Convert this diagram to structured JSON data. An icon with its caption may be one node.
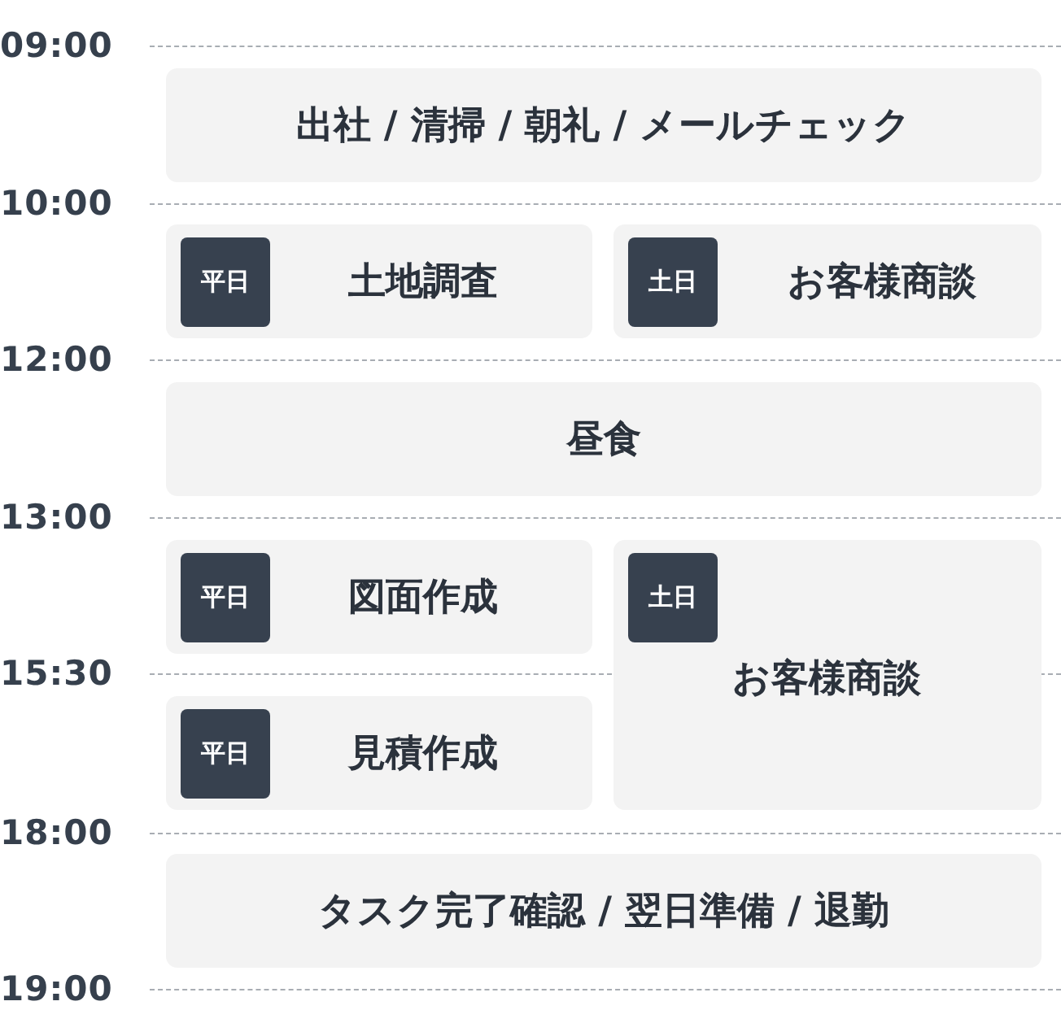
{
  "diagram": {
    "nodes": [
      {
        "text": [
          "出社 / 清掃 / 朝礼 / メールチェック"
        ]
      },
      {
        "text": [
          "土地調査"
        ]
      },
      {
        "text": [
          "平日"
        ],
        "in": 1
      },
      {
        "text": [
          "お客様商談"
        ]
      },
      {
        "text": [
          "土日"
        ],
        "in": 3
      },
      {
        "text": [
          "昼食"
        ]
      },
      {
        "text": [
          "図面作成"
        ]
      },
      {
        "text": [
          "平日"
        ],
        "in": 6
      },
      {
        "text": [
          "お客様商談"
        ]
      },
      {
        "text": [
          "土日"
        ],
        "in": 8
      },
      {
        "text": [
          "見積作成"
        ]
      },
      {
        "text": [
          "平日"
        ],
        "in": 10
      },
      {
        "text": [
          "タスク完了確認 / 翌日準備 / 退勤"
        ]
      }
    ],
    "edges": [],
    "labels": [
      "09:00",
      "10:00",
      "12:00",
      "13:00",
      "15:30",
      "18:00",
      "19:00"
    ]
  }
}
